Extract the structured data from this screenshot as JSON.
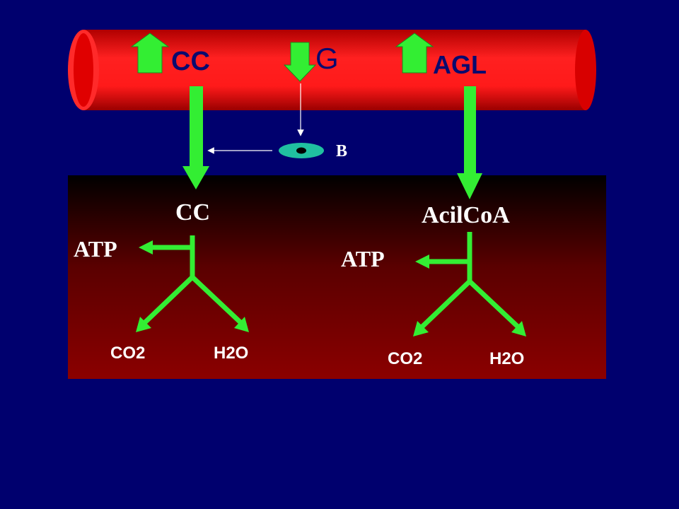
{
  "colors": {
    "background": "#00006e",
    "vessel": "#ff1a1a",
    "arrow": "#33ee33",
    "cell_top": "#000000",
    "cell_bottom": "#8b0000",
    "b_cell": "#20c0a0"
  },
  "vessel": {
    "cc": "CC",
    "g": "G",
    "agl": "AGL"
  },
  "b_label": "B",
  "cell": {
    "left": {
      "substrate": "CC",
      "atp": "ATP",
      "co2": "CO2",
      "h2o": "H2O"
    },
    "right": {
      "substrate": "AcilCoA",
      "atp": "ATP",
      "co2": "CO2",
      "h2o": "H2O"
    }
  }
}
